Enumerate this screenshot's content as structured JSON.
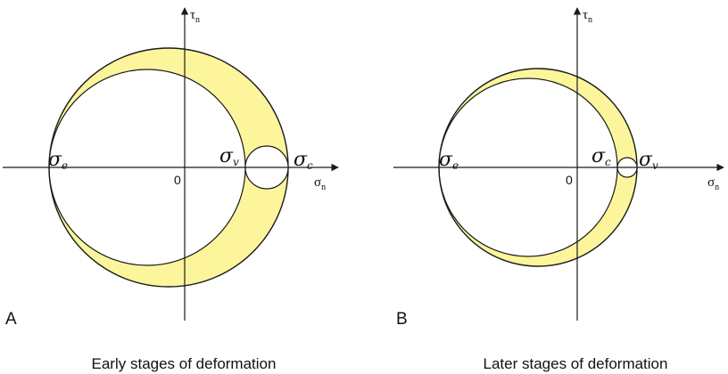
{
  "colors": {
    "fill": "#fcf59c",
    "stroke": "#1a1a1a",
    "background": "#ffffff"
  },
  "panels": [
    {
      "label": "A",
      "caption": "Early stages of deformation",
      "origin_label": "0",
      "axis_x": {
        "symbol": "σ",
        "subscript": "n"
      },
      "axis_y": {
        "symbol": "τ",
        "subscript": "n"
      },
      "stress_labels": [
        {
          "symbol": "σ",
          "subscript": "e"
        },
        {
          "symbol": "σ",
          "subscript": "v"
        },
        {
          "symbol": "σ",
          "subscript": "c"
        }
      ]
    },
    {
      "label": "B",
      "caption": "Later stages of deformation",
      "origin_label": "0",
      "axis_x": {
        "symbol": "σ",
        "subscript": "n"
      },
      "axis_y": {
        "symbol": "τ",
        "subscript": "n"
      },
      "stress_labels": [
        {
          "symbol": "σ",
          "subscript": "e"
        },
        {
          "symbol": "σ",
          "subscript": "c"
        },
        {
          "symbol": "σ",
          "subscript": "v"
        }
      ]
    }
  ]
}
